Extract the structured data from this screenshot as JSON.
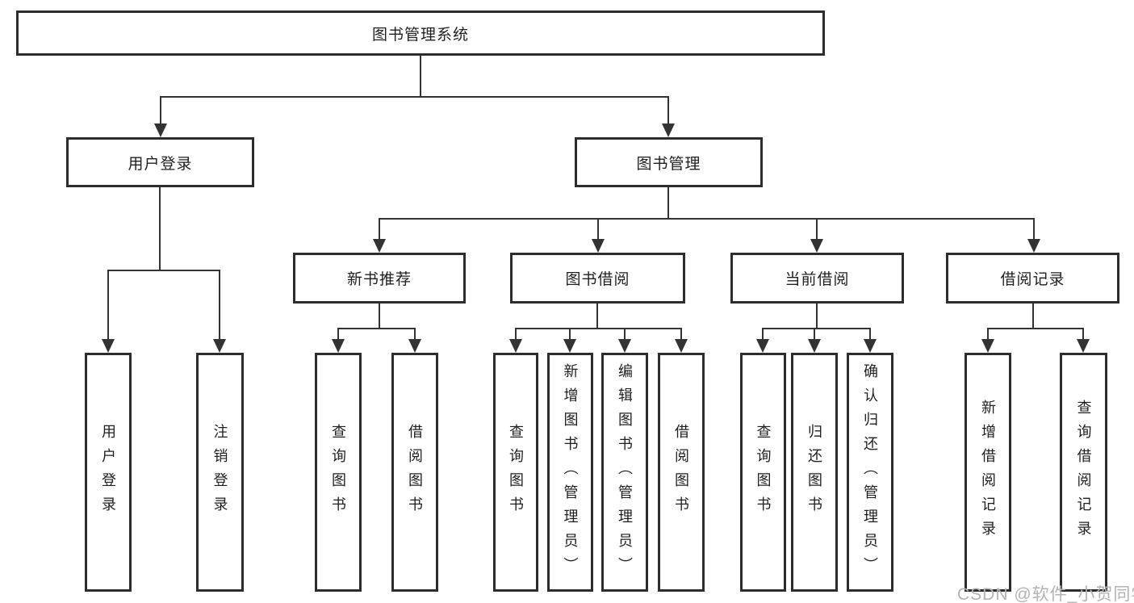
{
  "diagram": {
    "type": "hierarchy-tree",
    "colors": {
      "background": "#ffffff",
      "box_border": "#2d2d2d",
      "line": "#333333",
      "text": "#1f1f1f",
      "watermark": "#b3b3b3"
    },
    "tree": {
      "root": {
        "label": "图书管理系统"
      },
      "login": {
        "label": "用户登录",
        "children": [
          {
            "label": "用户登录"
          },
          {
            "label": "注销登录"
          }
        ]
      },
      "manage": {
        "label": "图书管理"
      },
      "sections": [
        {
          "label": "新书推荐",
          "children": [
            {
              "label": "查询图书"
            },
            {
              "label": "借阅图书"
            }
          ]
        },
        {
          "label": "图书借阅",
          "children": [
            {
              "label": "查询图书"
            },
            {
              "label": "新增图书（管理员）"
            },
            {
              "label": "编辑图书（管理员）"
            },
            {
              "label": "借阅图书"
            }
          ]
        },
        {
          "label": "当前借阅",
          "children": [
            {
              "label": "查询图书"
            },
            {
              "label": "归还图书"
            },
            {
              "label": "确认归还（管理员）"
            }
          ]
        },
        {
          "label": "借阅记录",
          "children": [
            {
              "label": "新增借阅记录"
            },
            {
              "label": "查询借阅记录"
            }
          ]
        }
      ]
    },
    "watermark": "CSDN @软件_小贺同学"
  }
}
